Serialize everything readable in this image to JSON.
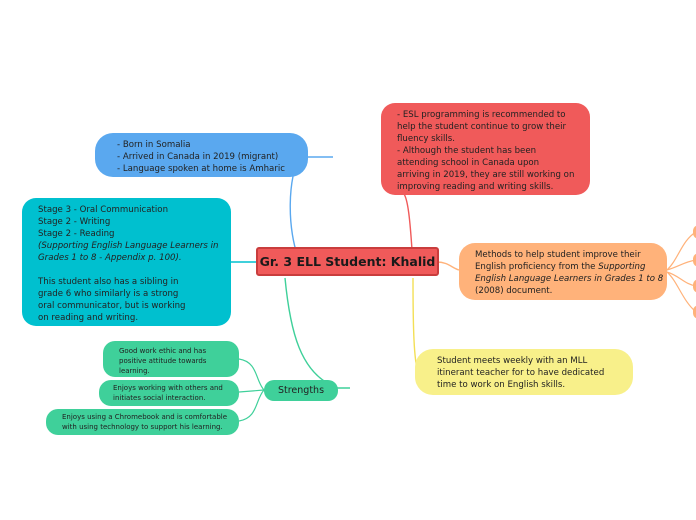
{
  "central": {
    "title": "Gr. 3 ELL Student: Khalid"
  },
  "bio": {
    "lines": [
      "- Born in Somalia",
      "- Arrived in Canada in 2019 (migrant)",
      "- Language spoken at home is Amharic"
    ]
  },
  "stages": {
    "lines": [
      "Stage 3 - Oral Communication",
      "Stage 2 - Writing",
      "Stage 2 - Reading",
      "(Supporting English Language Learners in",
      "Grades 1 to 8 - Appendix p. 100).",
      "This student also has a sibling in",
      "grade 6 who similarly is a strong",
      "oral communicator, but is working",
      "on reading and writing."
    ]
  },
  "esl": {
    "lines": [
      "- ESL programming is recommended to",
      "help the student continue to grow their",
      "fluency skills.",
      "- Although the student has been",
      "attending school in Canada upon",
      "arriving in 2019, they are still working on",
      "improving reading and writing skills."
    ]
  },
  "methods": {
    "line1": "Methods to help student improve their",
    "line2_prefix": "English proficiency from the ",
    "line2_italic": "Supporting",
    "line3_italic": "English Language Learners in Grades 1 to 8",
    "line4": "(2008) document."
  },
  "mll": {
    "lines": [
      "Student meets weekly with an MLL",
      "itinerant teacher for to have dedicated",
      "time to work on English skills."
    ]
  },
  "strengths": {
    "label": "Strengths",
    "items": [
      {
        "lines": [
          "Good work ethic and has",
          "positive attitude towards",
          "learning."
        ]
      },
      {
        "lines": [
          "Enjoys working with others and",
          "initiates social interaction."
        ]
      },
      {
        "lines": [
          "Enjoys using a Chromebook and is comfortable",
          "with using technology to support his learning."
        ]
      }
    ]
  },
  "colors": {
    "central": "#f05a5a",
    "bio": "#5aa8ef",
    "stages": "#00c0cf",
    "esl": "#f05a5a",
    "methods": "#ffb27a",
    "mll": "#f8f08a",
    "strengths": "#3fd09a"
  }
}
